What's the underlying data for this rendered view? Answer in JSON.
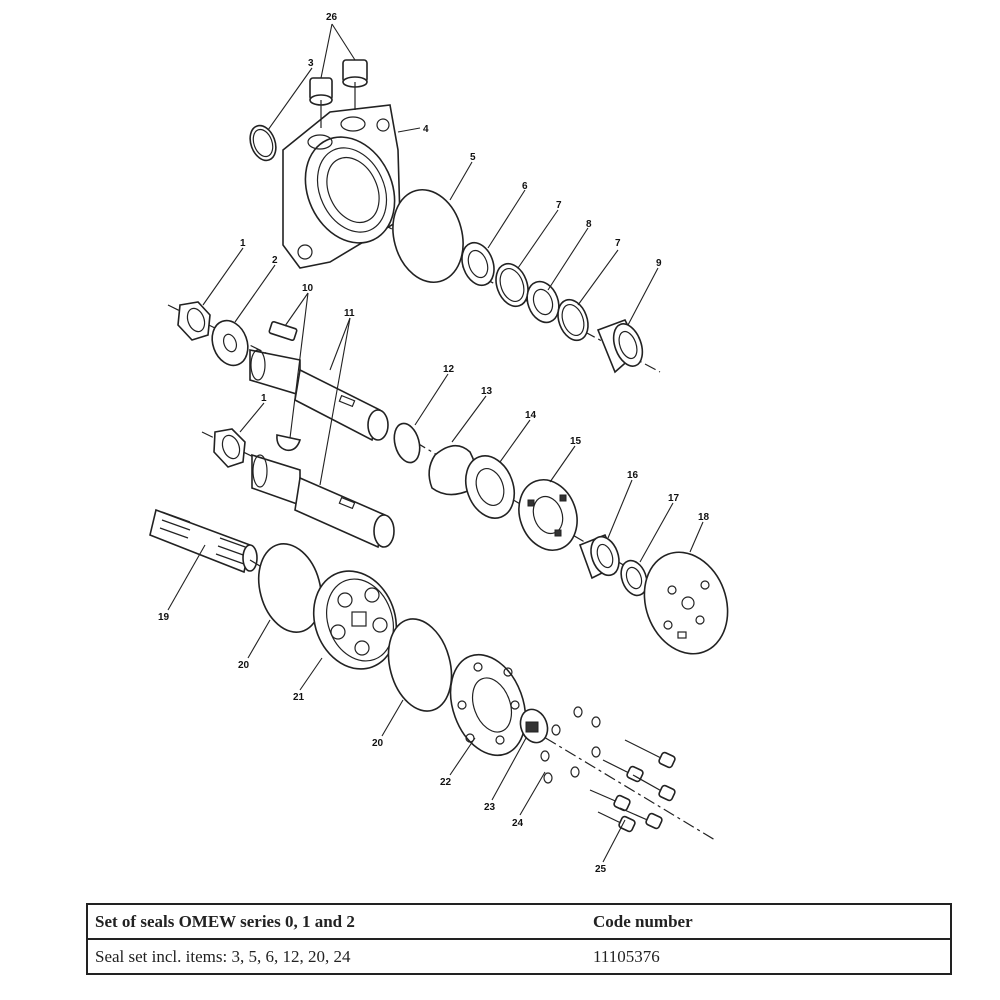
{
  "diagram": {
    "callouts": [
      "26",
      "3",
      "4",
      "5",
      "6",
      "7",
      "8",
      "7",
      "9",
      "1",
      "2",
      "10",
      "11",
      "12",
      "13",
      "14",
      "15",
      "16",
      "17",
      "18",
      "1",
      "19",
      "20",
      "21",
      "20",
      "22",
      "23",
      "24",
      "25"
    ]
  },
  "table": {
    "header": {
      "set": "Set of seals OMEW series 0, 1 and 2",
      "code": "Code number"
    },
    "rows": [
      {
        "desc": "Seal set incl. items: 3, 5, 6, 12, 20, 24",
        "code": "11105376"
      }
    ]
  }
}
